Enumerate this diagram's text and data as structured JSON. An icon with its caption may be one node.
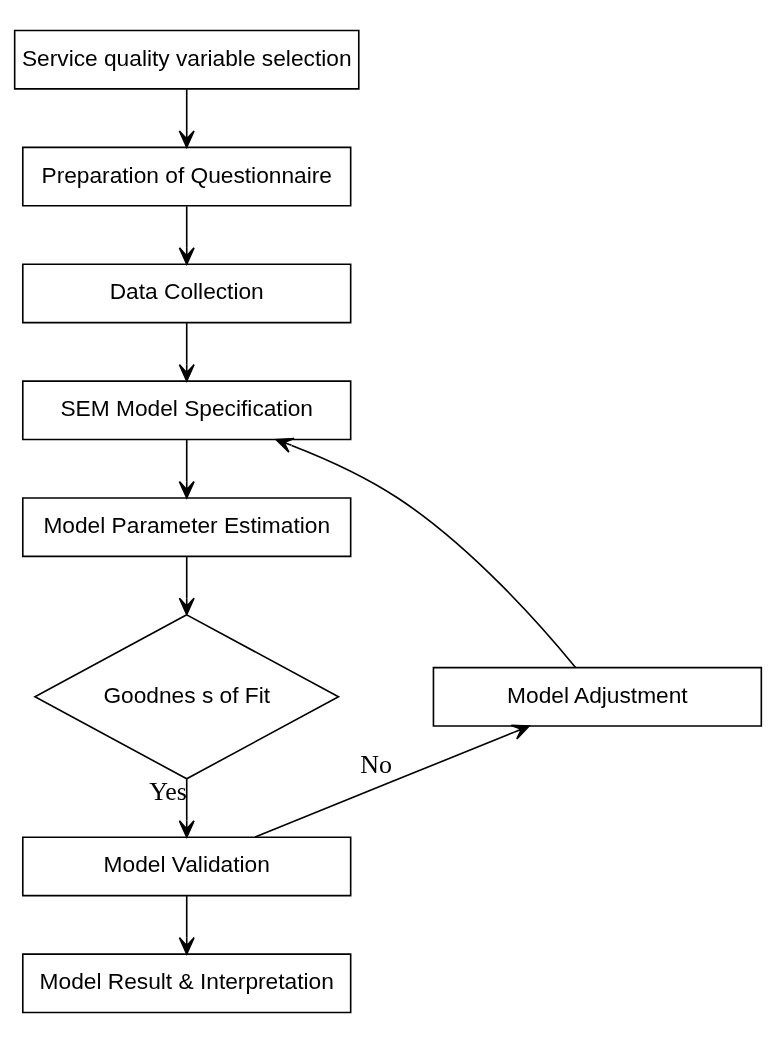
{
  "diagram": {
    "nodes": [
      {
        "text": [
          "Service quality variable selection"
        ]
      },
      {
        "text": [
          "Preparation of Questionnaire"
        ]
      },
      {
        "text": [
          "Data Collection"
        ]
      },
      {
        "text": [
          "SEM Model Specification"
        ]
      },
      {
        "text": [
          "Model Parameter Estimation"
        ]
      },
      {
        "text": [
          "Model Adjustment"
        ]
      },
      {
        "text": [
          "Goodnes s of Fit"
        ]
      },
      {
        "text": [
          "Model Validation"
        ]
      },
      {
        "text": [
          "Model Result & Interpretation"
        ]
      }
    ],
    "edges": [
      {
        "from": 0,
        "to": 1,
        "arrow": "to"
      },
      {
        "from": 1,
        "to": 2,
        "arrow": "to"
      },
      {
        "from": 2,
        "to": 3,
        "arrow": "to"
      },
      {
        "from": 3,
        "to": 4,
        "arrow": "to"
      },
      {
        "from": 4,
        "to": 6,
        "arrow": "to"
      },
      {
        "from": 6,
        "to": 7,
        "arrow": "to",
        "label": "Yes"
      },
      {
        "from": 7,
        "to": 5,
        "arrow": "to",
        "label": "No"
      },
      {
        "from": 5,
        "to": 3,
        "arrow": "to"
      },
      {
        "from": 7,
        "to": 8,
        "arrow": "to"
      }
    ]
  }
}
